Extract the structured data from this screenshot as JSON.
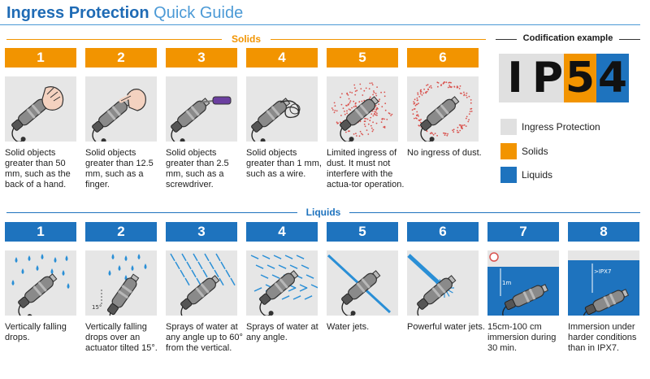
{
  "header": {
    "title_bold": "Ingress Protection",
    "title_light": "Quick Guide"
  },
  "sections": {
    "solids": "Solids",
    "liquids": "Liquids"
  },
  "solids": [
    {
      "num": "1",
      "desc": "Solid objects greater than 50 mm, such as the back of a hand."
    },
    {
      "num": "2",
      "desc": "Solid objects greater than 12.5 mm, such as a finger."
    },
    {
      "num": "3",
      "desc": "Solid objects greater than 2.5 mm, such as a screwdriver."
    },
    {
      "num": "4",
      "desc": "Solid objects greater than 1 mm, such as a wire."
    },
    {
      "num": "5",
      "desc": "Limited ingress of dust. It must not interfere with the actua-tor operation."
    },
    {
      "num": "6",
      "desc": "No ingress of dust."
    }
  ],
  "liquids": [
    {
      "num": "1",
      "desc": "Vertically falling drops."
    },
    {
      "num": "2",
      "desc": "Vertically falling drops over an actuator tilted 15°.",
      "img_label": "15°"
    },
    {
      "num": "3",
      "desc": "Sprays of water at any angle up to 60° from the vertical."
    },
    {
      "num": "4",
      "desc": "Sprays of water at any angle."
    },
    {
      "num": "5",
      "desc": "Water jets."
    },
    {
      "num": "6",
      "desc": "Powerful water jets."
    },
    {
      "num": "7",
      "desc": "15cm-100 cm immersion during 30 min.",
      "img_label": "1m"
    },
    {
      "num": "8",
      "desc": "Immersion under harder conditions than in IPX7.",
      "img_label": ">IPX7"
    }
  ],
  "codification": {
    "title": "Codification example",
    "code": [
      "I",
      "P",
      "5",
      "4"
    ],
    "legend": [
      {
        "label": "Ingress Protection",
        "color": "#e0e0e0"
      },
      {
        "label": "Solids",
        "color": "#f29400"
      },
      {
        "label": "Liquids",
        "color": "#1e73be"
      }
    ]
  },
  "colors": {
    "solids": "#f29400",
    "liquids": "#1e73be",
    "title": "#1f6bb5"
  }
}
